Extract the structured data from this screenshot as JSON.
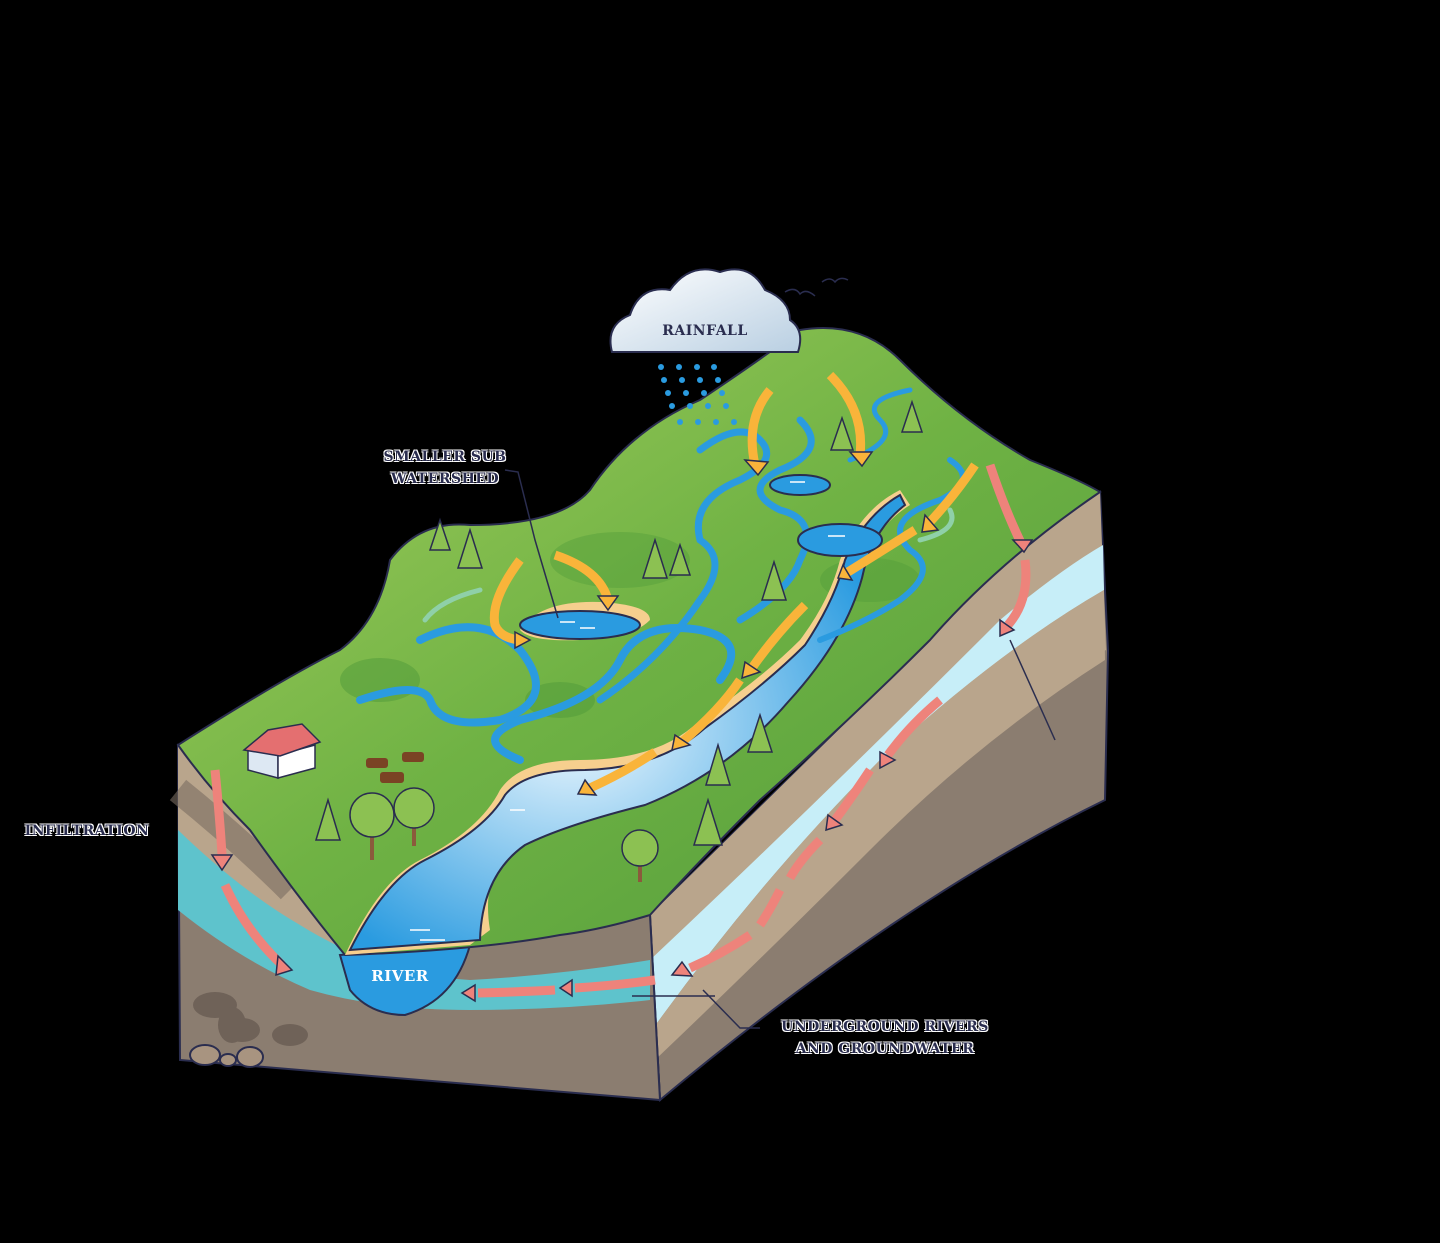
{
  "diagram": {
    "title": "Watershed diagram",
    "background": "#000000",
    "colors": {
      "outline": "#2a2d4f",
      "grass_light": "#8cc152",
      "grass_dark": "#4f9a3a",
      "river": "#2a9be0",
      "river_light": "#9fd6f2",
      "sand": "#f6cf8e",
      "soil_top": "#b9a58c",
      "soil_dark": "#8b7d70",
      "aquifer_light": "#c7eef8",
      "water_layer": "#5ec3cc",
      "runoff_arrow": "#f9b43a",
      "groundwater_arrow": "#ee837b",
      "cloud": "#e6eef6",
      "house_roof": "#e46f70",
      "cow": "#7a4324"
    },
    "labels": {
      "rainfall": "RAINFALL",
      "sub_watershed_line1": "SMALLER SUB",
      "sub_watershed_line2": "WATERSHED",
      "infiltration": "INFILTRATION",
      "river": "RIVER",
      "groundwater_line1": "UNDERGROUND RIVERS",
      "groundwater_line2": "AND GROUNDWATER"
    },
    "elements": {
      "cloud": "rain-cloud",
      "rain": "raindrops",
      "birds": 2,
      "house": 1,
      "cows": 3,
      "runoff_arrows": 12,
      "groundwater_arrows": 10,
      "rocks": 3
    }
  }
}
